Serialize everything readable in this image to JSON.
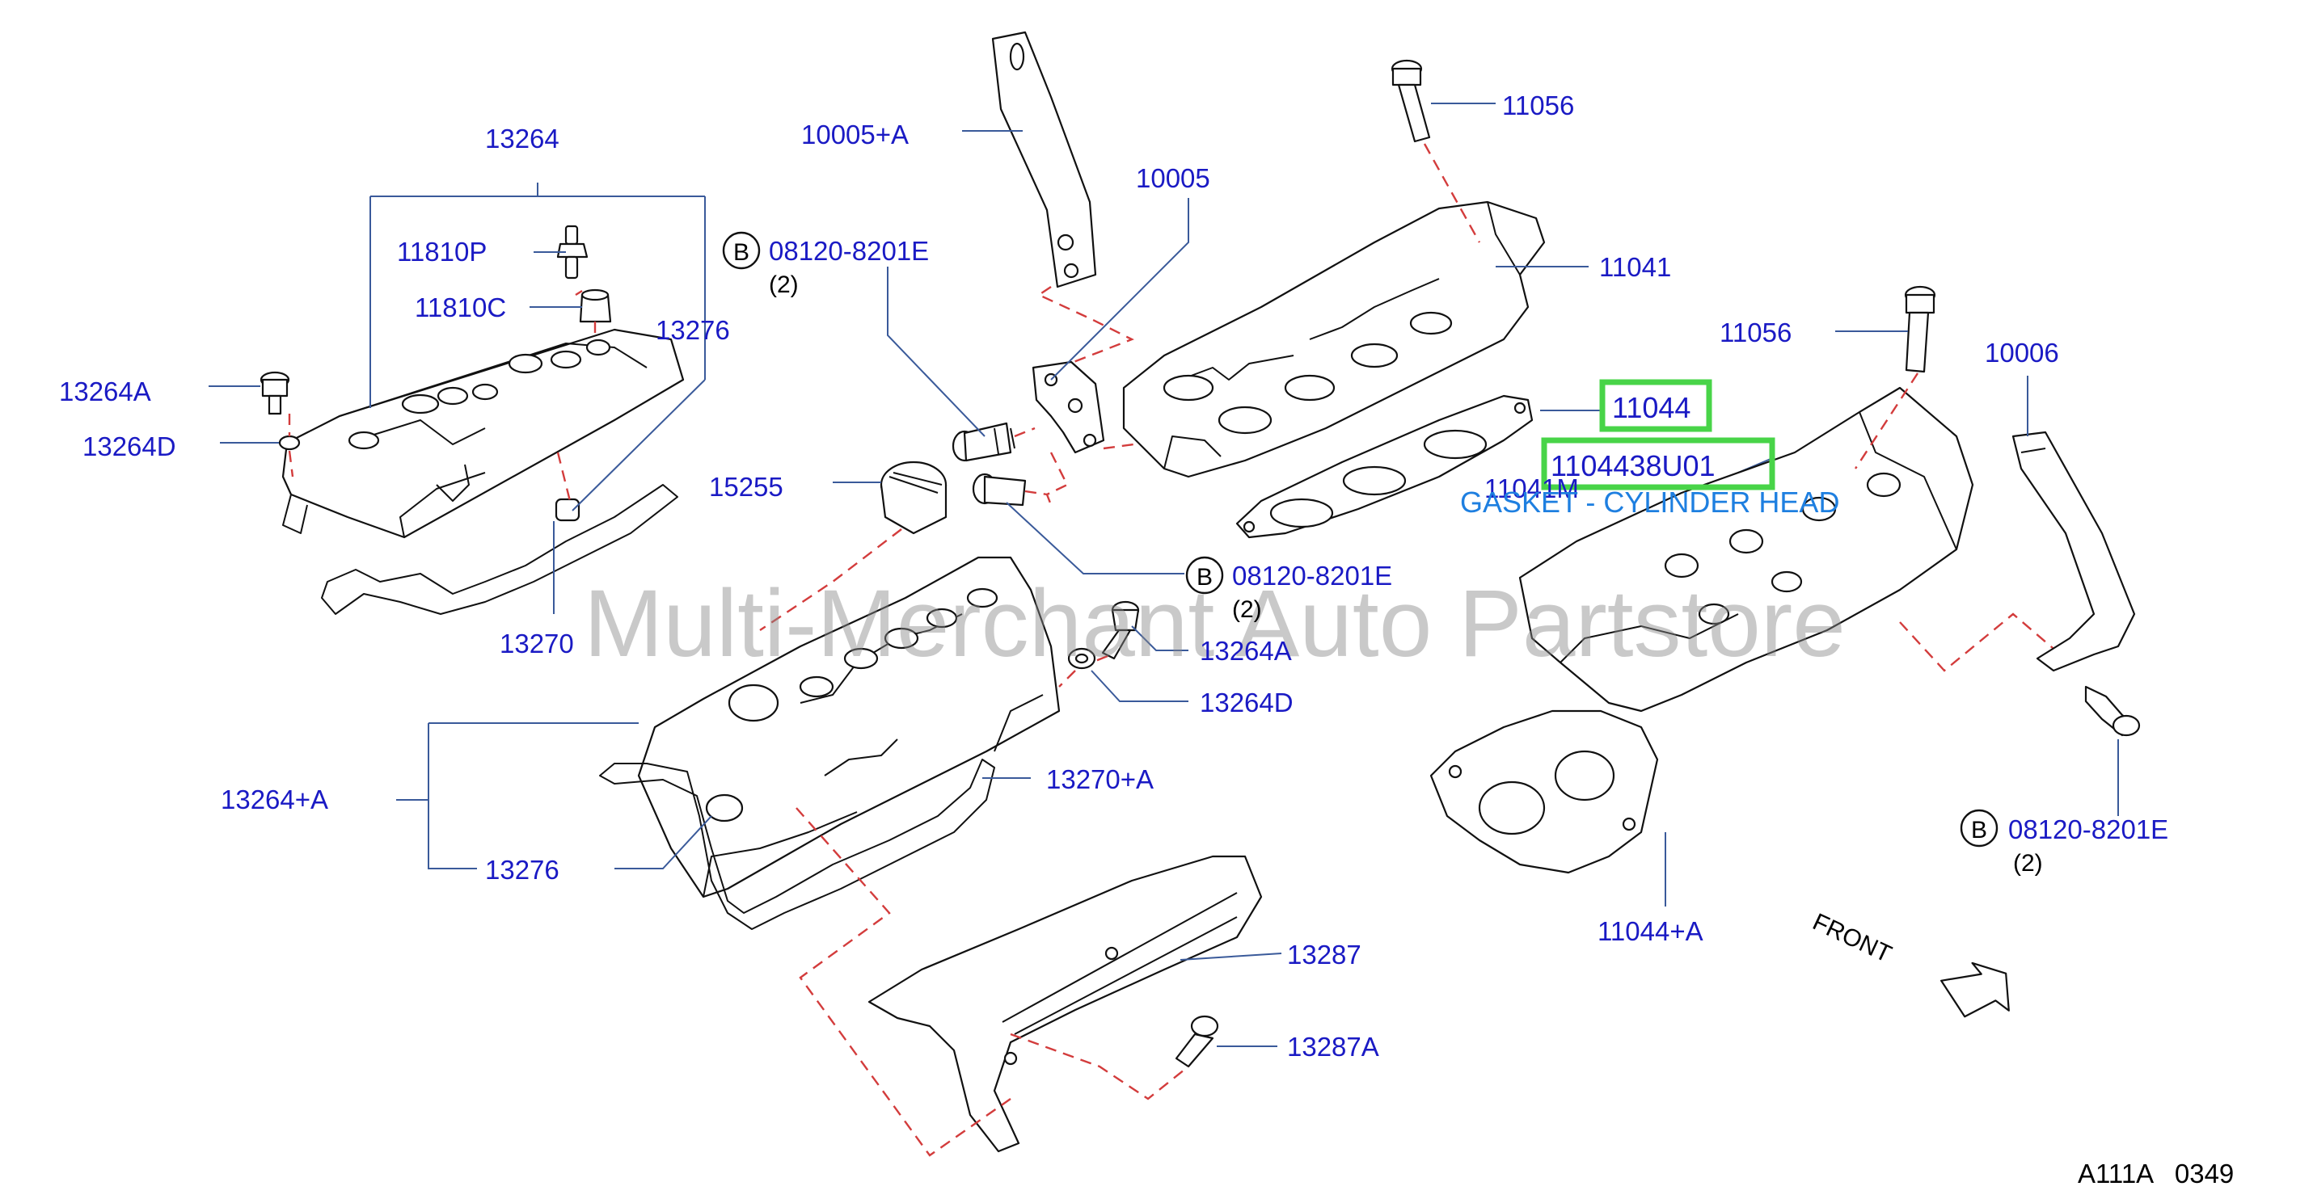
{
  "labels": {
    "p13264": "13264",
    "p11810P": "11810P",
    "p11810C": "11810C",
    "p13276_top": "13276",
    "p13264A_left": "13264A",
    "p13264D_left": "13264D",
    "p13270": "13270",
    "p10005A": "10005+A",
    "p10005": "10005",
    "p08120_a": "08120-8201E",
    "p08120_a_qty": "(2)",
    "p15255": "15255",
    "p08120_b": "08120-8201E",
    "p08120_b_qty": "(2)",
    "p13264A_mid": "13264A",
    "p13264D_mid": "13264D",
    "p13264_plus_A": "13264+A",
    "p13270_plus_A": "13270+A",
    "p13276_bottom": "13276",
    "p13287": "13287",
    "p13287A": "13287A",
    "p11056_top": "11056",
    "p11041": "11041",
    "p11056_right": "11056",
    "p10006": "10006",
    "p11044": "11044",
    "p1104438U01": "1104438U01",
    "p11041M": "11041M",
    "gasket_desc": "GASKET - CYLINDER HEAD",
    "p08120_c": "08120-8201E",
    "p08120_c_qty": "(2)",
    "p11044_plus_A": "11044+A",
    "front": "FRONT",
    "bolt_marker": "B",
    "diagram_code": "A111A   0349"
  },
  "watermark": "Multi-Merchant Auto Partstore",
  "colors": {
    "part_number_blue": "#1a1ac4",
    "description_blue": "#1e7fe0",
    "highlight_green": "#48d448",
    "dashed_red": "#d33c3c"
  },
  "highlighted_parts": [
    "11044",
    "1104438U01"
  ]
}
